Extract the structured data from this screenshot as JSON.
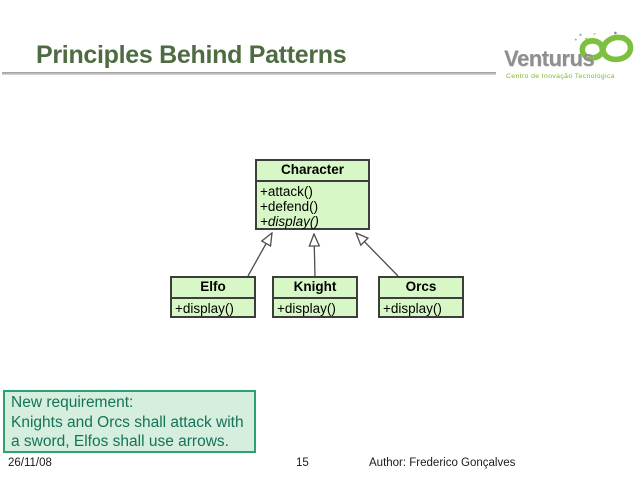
{
  "header": {
    "title": "Principles Behind Patterns",
    "title_color": "#4e6b42"
  },
  "logo": {
    "wordmark": "Venturus",
    "tagline": "Centro de Inovação Tecnológica",
    "icon": "infinity-swirl-icon",
    "green": "#7dbf3e",
    "gray": "#8f8f8f"
  },
  "diagram": {
    "parent": {
      "name": "Character",
      "methods": [
        "+attack()",
        "+defend()",
        "+display()"
      ]
    },
    "children": [
      {
        "name": "Elfo",
        "methods": [
          "+display()"
        ]
      },
      {
        "name": "Knight",
        "methods": [
          "+display()"
        ]
      },
      {
        "name": "Orcs",
        "methods": [
          "+display()"
        ]
      }
    ],
    "box_fill": "#d8f7c6",
    "box_border": "#3d3d3d",
    "arrow_color": "#4d4d4d"
  },
  "note": {
    "lines": [
      "New requirement:",
      "Knights and Orcs shall attack with",
      "a sword, Elfos shall use arrows."
    ],
    "fill": "#d5eedd",
    "border": "#2fa076",
    "text_color": "#15735a"
  },
  "footer": {
    "date": "26/11/08",
    "page": "15",
    "author": "Author: Frederico Gonçalves"
  }
}
